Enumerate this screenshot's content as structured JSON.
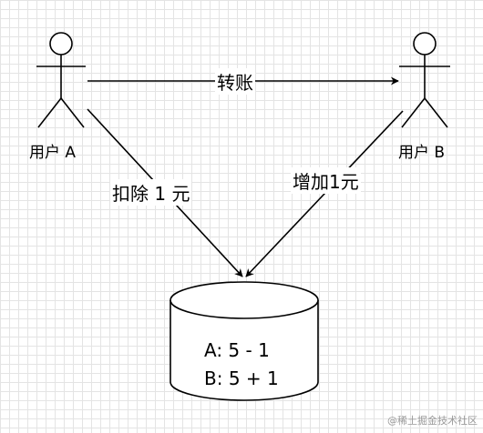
{
  "actors": {
    "left": {
      "name": "用户 A"
    },
    "right": {
      "name": "用户 B"
    }
  },
  "edges": {
    "transfer": {
      "label": "转账"
    },
    "debit": {
      "label": "扣除 1 元"
    },
    "credit": {
      "label": "增加1元"
    }
  },
  "database": {
    "line1": "A:  5 - 1",
    "line2": "B:  5 + 1"
  },
  "watermark": "@稀土掘金技术社区",
  "colors": {
    "stroke": "#000000",
    "grid": "#e4e4e4",
    "background": "#ffffff"
  }
}
